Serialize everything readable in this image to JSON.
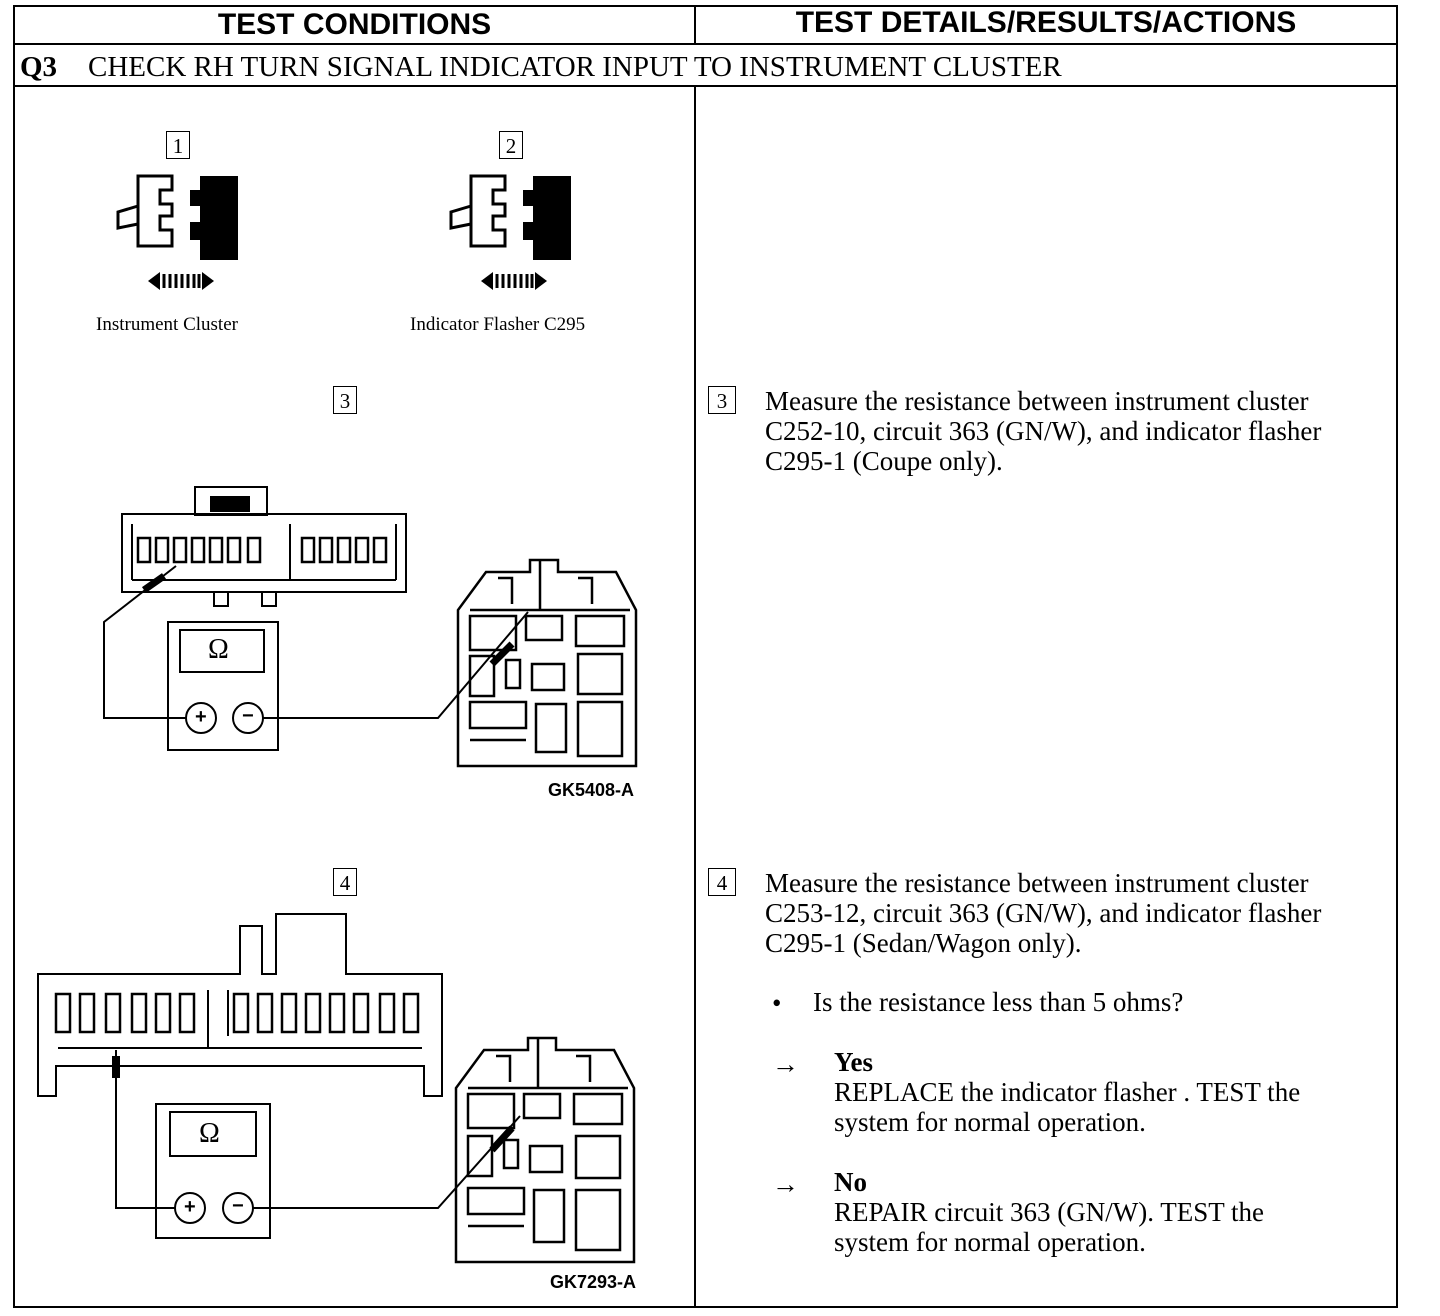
{
  "header": {
    "left": "TEST CONDITIONS",
    "right": "TEST DETAILS/RESULTS/ACTIONS"
  },
  "question": {
    "id": "Q3",
    "title": "CHECK RH TURN SIGNAL INDICATOR INPUT TO INSTRUMENT CLUSTER"
  },
  "figures": {
    "step1_num": "1",
    "step1_caption": "Instrument Cluster",
    "step2_num": "2",
    "step2_caption": "Indicator Flasher C295",
    "step3_num": "3",
    "step3_meter_symbol": "Ω",
    "step3_code": "GK5408-A",
    "step4_num": "4",
    "step4_meter_symbol": "Ω",
    "step4_code": "GK7293-A",
    "plus_symbol": "+",
    "minus_symbol": "−"
  },
  "details": {
    "step3": {
      "num": "3",
      "lines": [
        "Measure the resistance between instrument cluster",
        "C252-10, circuit 363 (GN/W), and indicator flasher",
        "C295-1 (Coupe only)."
      ]
    },
    "step4": {
      "num": "4",
      "lines": [
        "Measure the resistance between instrument cluster",
        "C253-12, circuit 363 (GN/W), and indicator flasher",
        "C295-1 (Sedan/Wagon only)."
      ],
      "question_bullet": "•",
      "question": "Is the resistance less than 5 ohms?",
      "arrow": "→",
      "yes_label": "Yes",
      "yes_lines": [
        "REPLACE the indicator flasher . TEST the",
        "system for normal operation."
      ],
      "no_label": "No",
      "no_lines": [
        "REPAIR circuit 363 (GN/W). TEST the",
        "system for normal operation."
      ]
    }
  }
}
